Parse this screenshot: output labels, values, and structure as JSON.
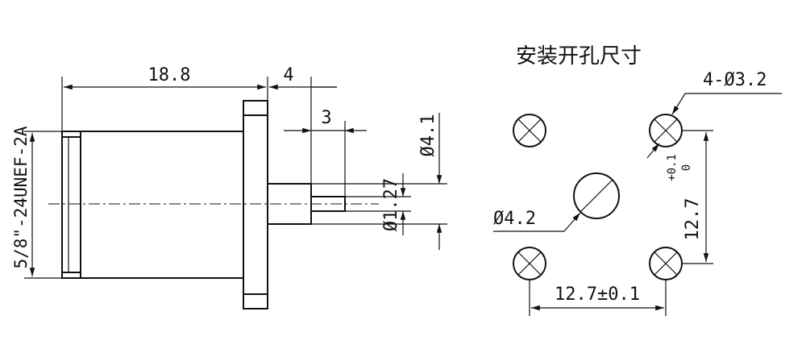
{
  "side_view": {
    "dim_body_length": "18.8",
    "dim_flange_to_pin": "4",
    "dim_pin_length": "3",
    "dim_outer_pin_dia": "Ø4.1",
    "dim_pin_dia": "Ø1.27",
    "thread_spec": "5/8\"-24UNEF-2A"
  },
  "hole_pattern": {
    "title": "安装开孔尺寸",
    "mount_holes": "4-Ø3.2",
    "center_hole": "Ø4.2",
    "vertical_spacing": "12.7",
    "vertical_tol_upper": "+0.1",
    "vertical_tol_lower": "0",
    "horizontal_spacing": "12.7±0.1"
  }
}
